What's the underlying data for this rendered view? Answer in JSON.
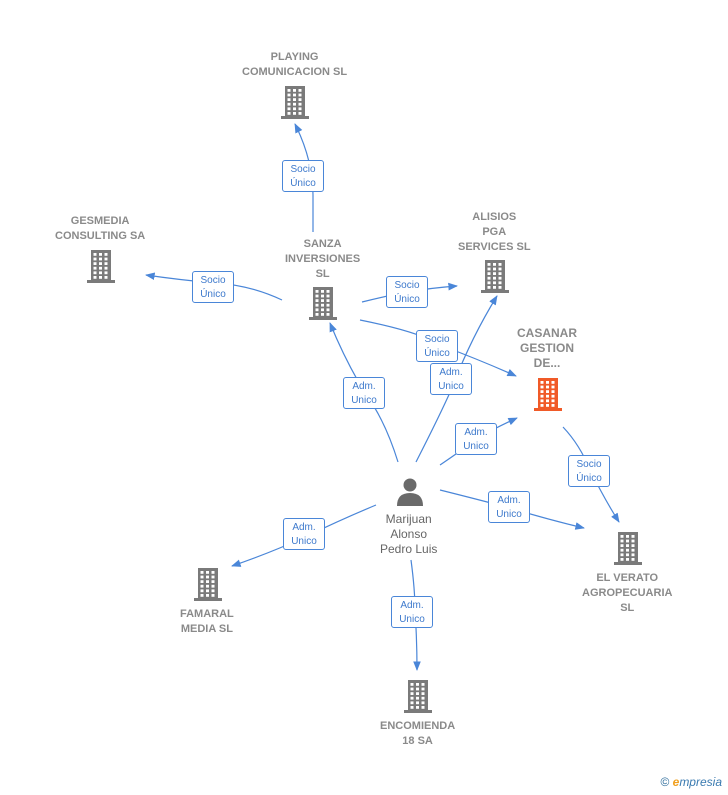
{
  "colors": {
    "edge": "#4a86d8",
    "building": "#7a7a7a",
    "main_building": "#f05a28",
    "person": "#6a6a6a"
  },
  "nodes": {
    "playing": {
      "lines": [
        "PLAYING",
        "COMUNICACION SL"
      ],
      "type": "company"
    },
    "gesmedia": {
      "lines": [
        "GESMEDIA",
        "CONSULTING SA"
      ],
      "type": "company"
    },
    "sanza": {
      "lines": [
        "SANZA",
        "INVERSIONES",
        "SL"
      ],
      "type": "company"
    },
    "alisios": {
      "lines": [
        "ALISIOS",
        "PGA",
        "SERVICES  SL"
      ],
      "type": "company"
    },
    "casanar": {
      "lines": [
        "CASANAR",
        "GESTION",
        "DE..."
      ],
      "type": "main"
    },
    "marijuan": {
      "lines": [
        "Marijuan",
        "Alonso",
        "Pedro Luis"
      ],
      "type": "person"
    },
    "verato": {
      "lines": [
        "EL VERATO",
        "AGROPECUARIA",
        "SL"
      ],
      "type": "company"
    },
    "famaral": {
      "lines": [
        "FAMARAL",
        "MEDIA SL"
      ],
      "type": "company"
    },
    "encomienda": {
      "lines": [
        "ENCOMIENDA",
        "18 SA"
      ],
      "type": "company"
    }
  },
  "edges": [
    {
      "id": "e1",
      "from": "sanza",
      "to": "playing",
      "lines": [
        "Socio",
        "Único"
      ]
    },
    {
      "id": "e2",
      "from": "sanza",
      "to": "gesmedia",
      "lines": [
        "Socio",
        "Único"
      ]
    },
    {
      "id": "e3",
      "from": "sanza",
      "to": "alisios",
      "lines": [
        "Socio",
        "Único"
      ]
    },
    {
      "id": "e4",
      "from": "sanza",
      "to": "casanar",
      "lines": [
        "Socio",
        "Único"
      ]
    },
    {
      "id": "e5",
      "from": "marijuan",
      "to": "sanza",
      "lines": [
        "Adm.",
        "Unico"
      ]
    },
    {
      "id": "e6",
      "from": "marijuan",
      "to": "alisios",
      "lines": [
        "Adm.",
        "Unico"
      ]
    },
    {
      "id": "e7",
      "from": "marijuan",
      "to": "casanar",
      "lines": [
        "Adm.",
        "Unico"
      ]
    },
    {
      "id": "e8",
      "from": "casanar",
      "to": "verato",
      "lines": [
        "Socio",
        "Único"
      ]
    },
    {
      "id": "e9",
      "from": "marijuan",
      "to": "verato",
      "lines": [
        "Adm.",
        "Unico"
      ]
    },
    {
      "id": "e10",
      "from": "marijuan",
      "to": "famaral",
      "lines": [
        "Adm.",
        "Unico"
      ]
    },
    {
      "id": "e11",
      "from": "marijuan",
      "to": "encomienda",
      "lines": [
        "Adm.",
        "Unico"
      ]
    }
  ],
  "footer": {
    "copyright": "©",
    "brand_initial": "e",
    "brand_rest": "mpresia"
  }
}
